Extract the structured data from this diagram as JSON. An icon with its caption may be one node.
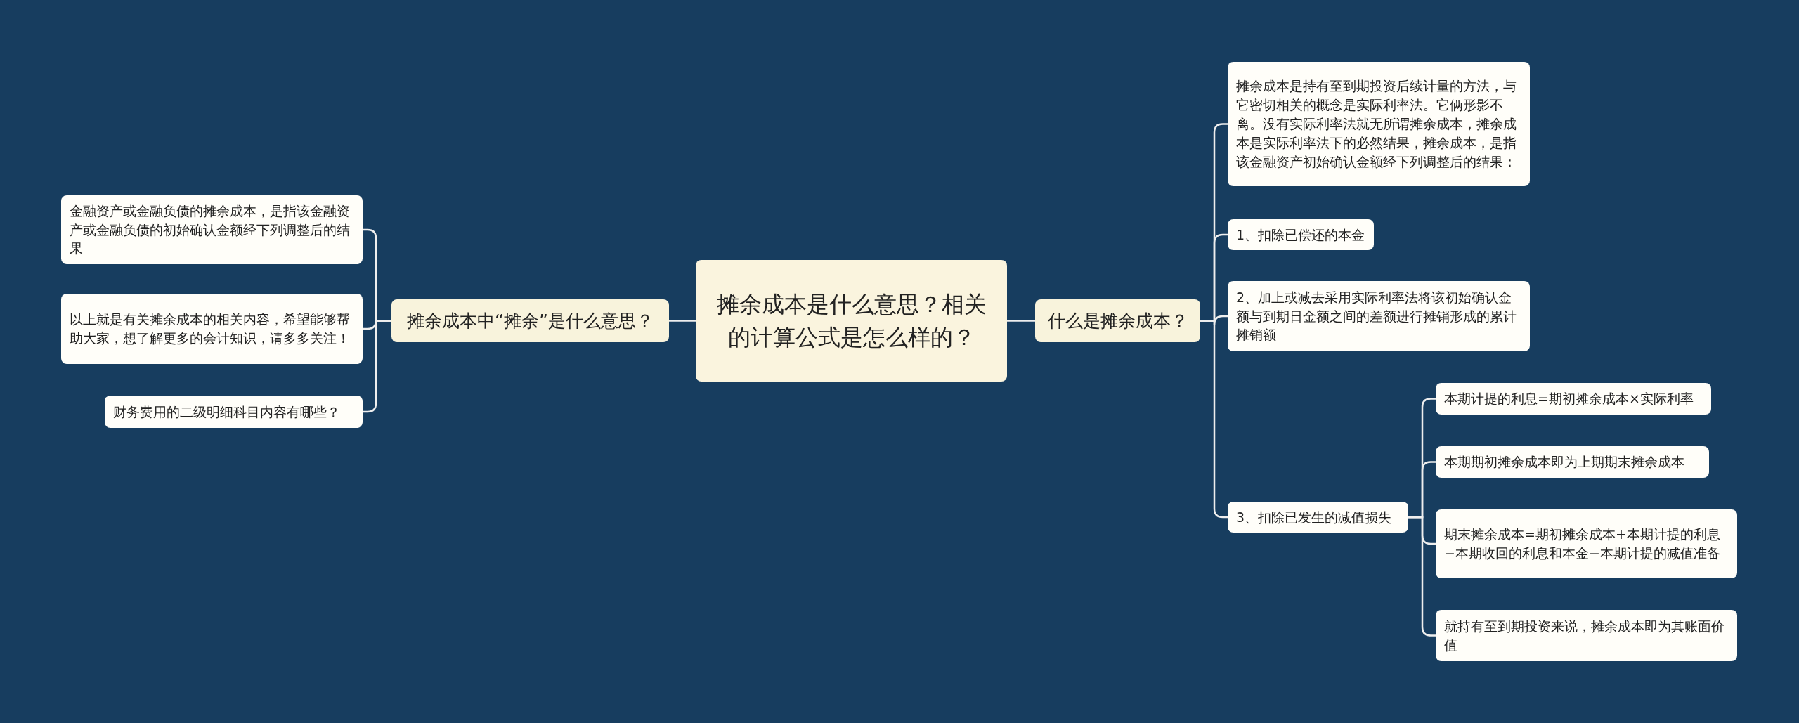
{
  "diagram": {
    "nodes": [
      {
        "text": [
          "摊余成本是什么意思？相关的计算公式是怎么样的？"
        ]
      },
      {
        "text": [
          "摊余成本中“摊余”是什么意思？"
        ]
      },
      {
        "text": [
          "金融资产或金融负债的摊余成本，是指该金融资产或金融负债的初始确认金额经下列调整后的结果"
        ]
      },
      {
        "text": [
          "以上就是有关摊余成本的相关内容，希望能够帮助大家，想了解更多的会计知识，请多多关注！"
        ]
      },
      {
        "text": [
          "财务费用的二级明细科目内容有哪些？"
        ]
      },
      {
        "text": [
          "什么是摊余成本？"
        ]
      },
      {
        "text": [
          "摊余成本是持有至到期投资后续计量的方法，与它密切相关的概念是实际利率法。它俩形影不离。没有实际利率法就无所谓摊余成本，摊余成本是实际利率法下的必然结果，摊余成本，是指该金融资产初始确认金额经下列调整后的结果："
        ]
      },
      {
        "text": [
          "1、扣除已偿还的本金"
        ]
      },
      {
        "text": [
          "2、加上或减去采用实际利率法将该初始确认金额与到期日金额之间的差额进行摊销形成的累计摊销额"
        ]
      },
      {
        "text": [
          "3、扣除已发生的减值损失"
        ]
      },
      {
        "text": [
          "本期计提的利息=期初摊余成本×实际利率"
        ]
      },
      {
        "text": [
          "本期期初摊余成本即为上期期末摊余成本"
        ]
      },
      {
        "text": [
          "期末摊余成本=期初摊余成本+本期计提的利息−本期收回的利息和本金−本期计提的减值准备"
        ]
      },
      {
        "text": [
          "就持有至到期投资来说，摊余成本即为其账面价值"
        ]
      }
    ],
    "edges": [
      {
        "from": 0,
        "to": 1,
        "arrow": "none"
      },
      {
        "from": 1,
        "to": 2,
        "arrow": "none"
      },
      {
        "from": 1,
        "to": 3,
        "arrow": "none"
      },
      {
        "from": 1,
        "to": 4,
        "arrow": "none"
      },
      {
        "from": 0,
        "to": 5,
        "arrow": "none"
      },
      {
        "from": 5,
        "to": 6,
        "arrow": "none"
      },
      {
        "from": 5,
        "to": 7,
        "arrow": "none"
      },
      {
        "from": 5,
        "to": 8,
        "arrow": "none"
      },
      {
        "from": 5,
        "to": 9,
        "arrow": "none"
      },
      {
        "from": 9,
        "to": 10,
        "arrow": "none"
      },
      {
        "from": 9,
        "to": 11,
        "arrow": "none"
      },
      {
        "from": 9,
        "to": 12,
        "arrow": "none"
      },
      {
        "from": 9,
        "to": 13,
        "arrow": "none"
      }
    ]
  }
}
